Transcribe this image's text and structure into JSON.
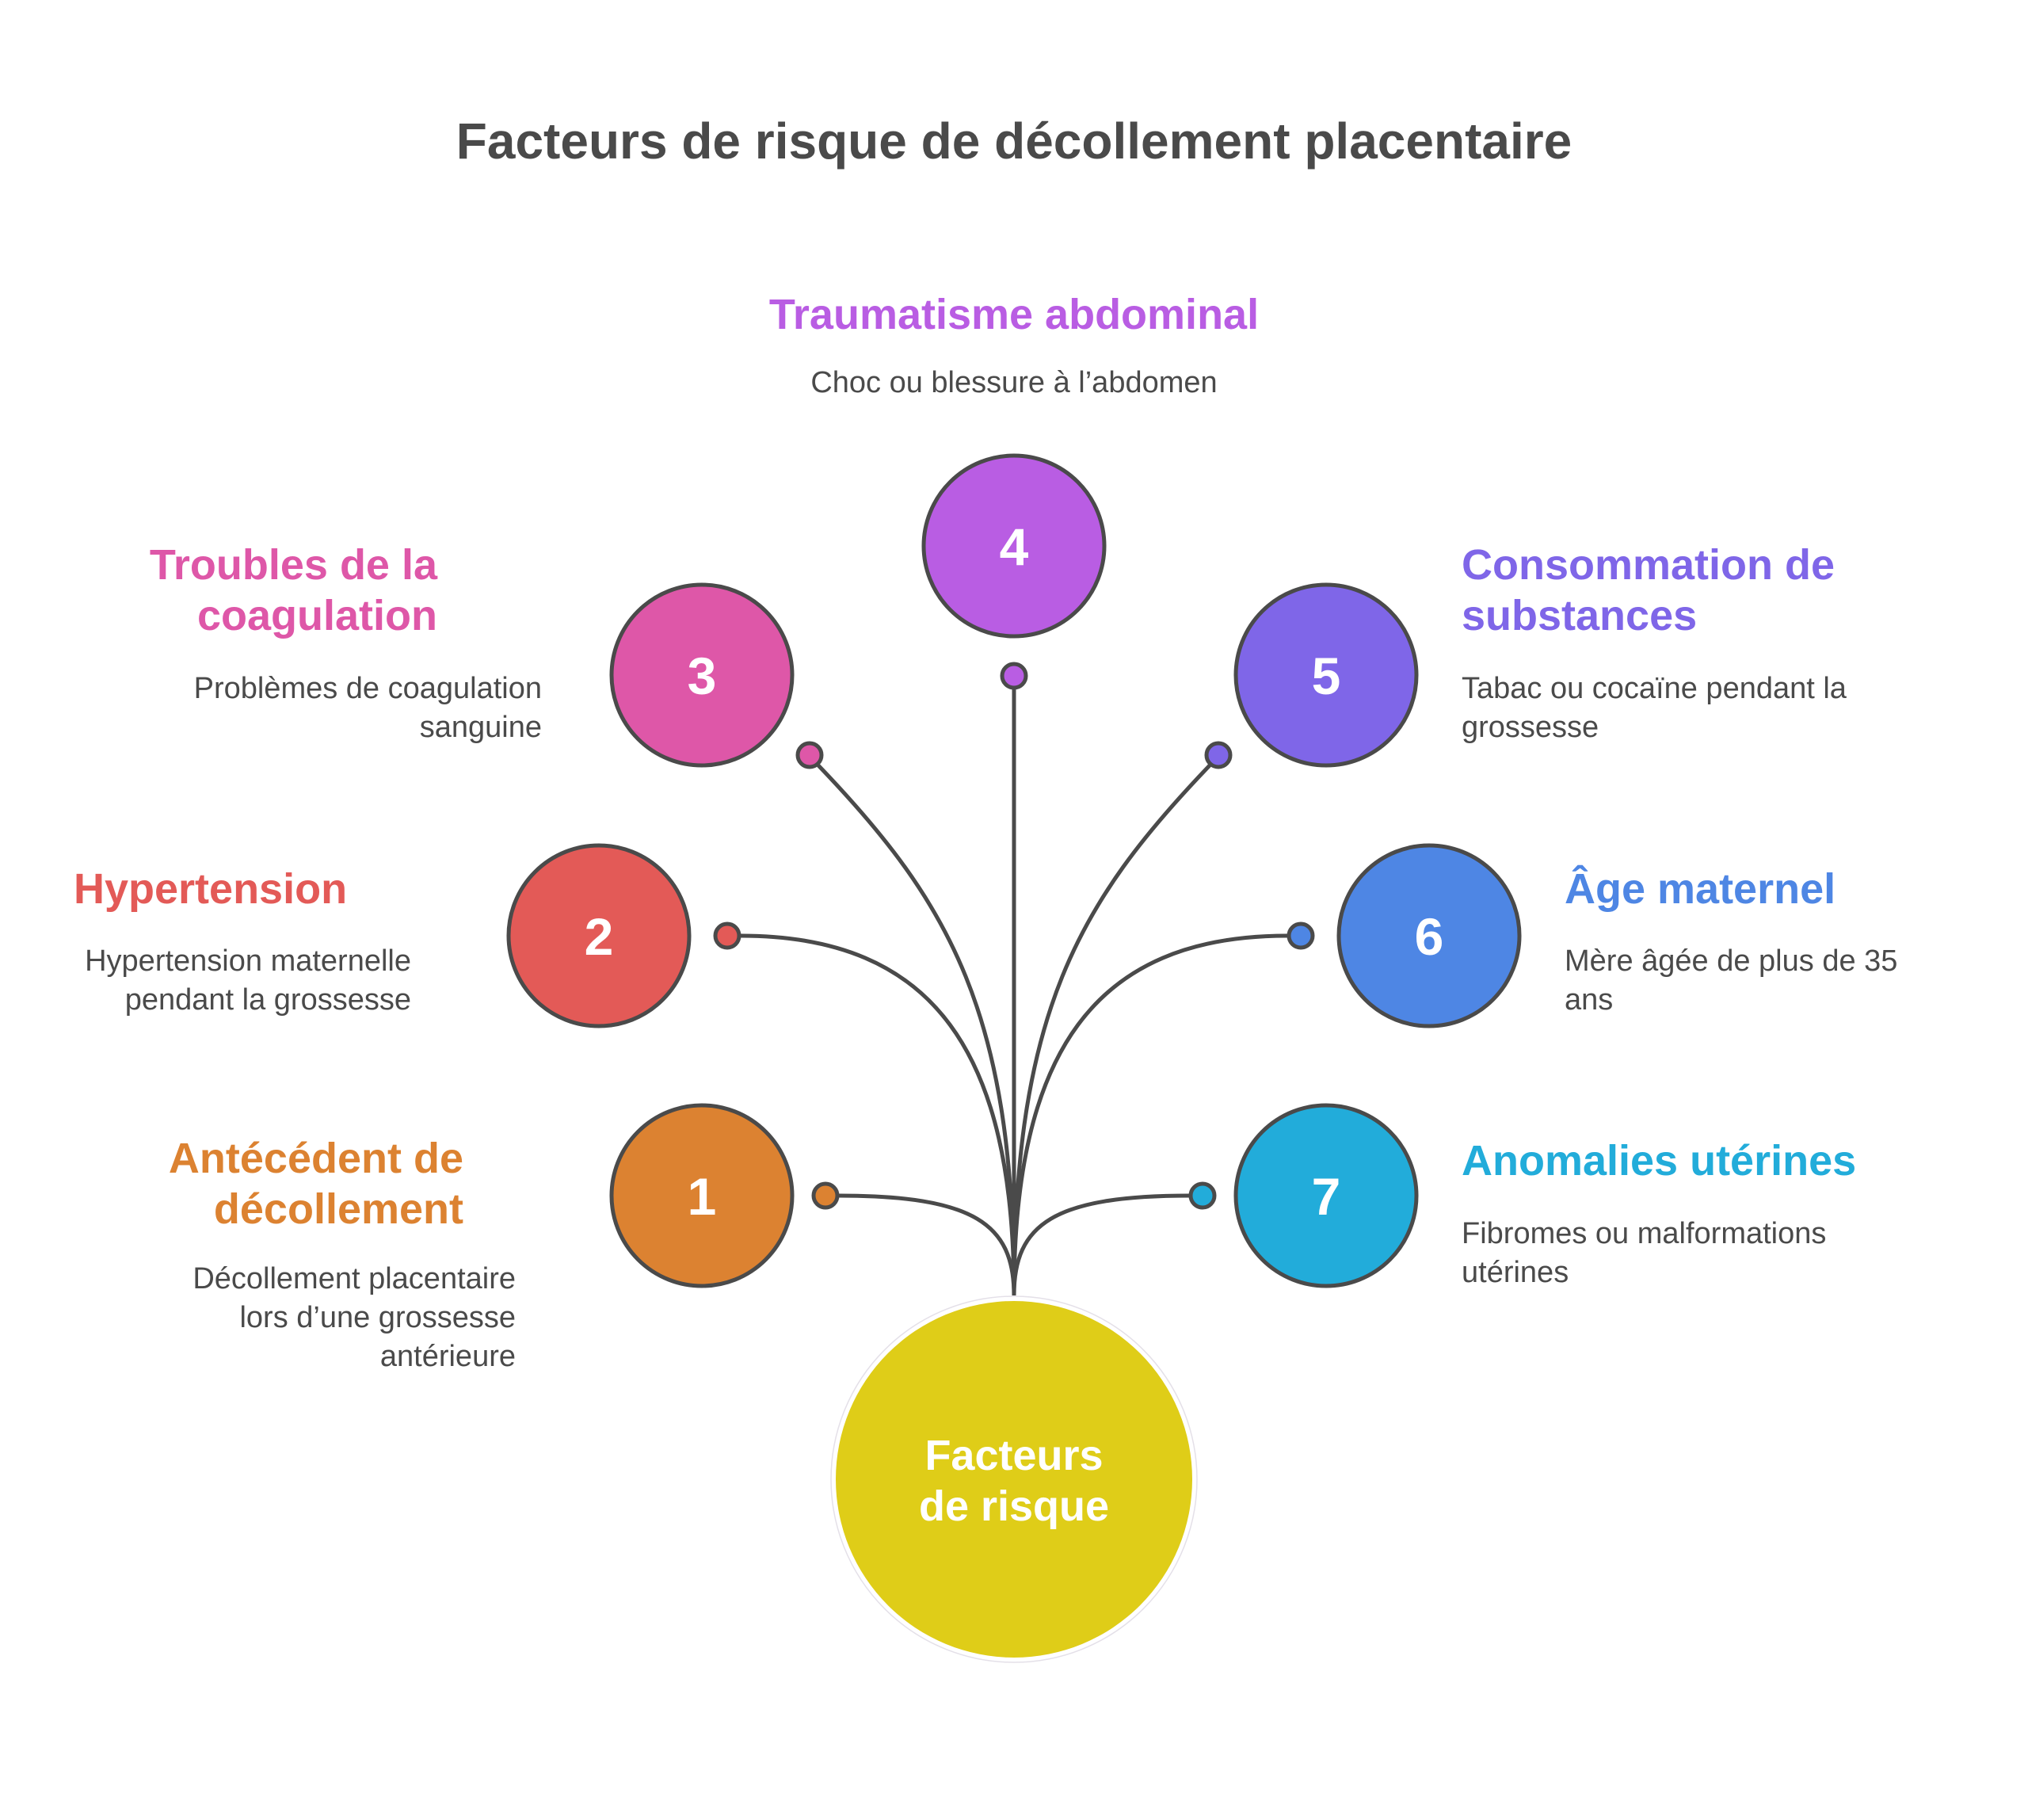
{
  "title": "Facteurs de risque de décollement placentaire",
  "hub": {
    "label": "Facteurs de risque",
    "color": "#DFCD18"
  },
  "stroke_color": "#4A4A4A",
  "text_color": "#4A4A4A",
  "factors": [
    {
      "number": "1",
      "title": "Antécédent de décollement",
      "description": "Décollement placentaire lors d’une grossesse antérieure",
      "color": "#DC8231",
      "side": "left"
    },
    {
      "number": "2",
      "title": "Hypertension",
      "description": "Hypertension maternelle pendant la grossesse",
      "color": "#E35A57",
      "side": "left"
    },
    {
      "number": "3",
      "title": "Troubles de la coagulation",
      "description": "Problèmes de coagulation sanguine",
      "color": "#DE57A8",
      "side": "left"
    },
    {
      "number": "4",
      "title": "Traumatisme abdominal",
      "description": "Choc ou blessure à l’abdomen",
      "color": "#B95DE3",
      "side": "top"
    },
    {
      "number": "5",
      "title": "Consommation de substances",
      "description": "Tabac ou cocaïne pendant la grossesse",
      "color": "#7F66E8",
      "side": "right"
    },
    {
      "number": "6",
      "title": "Âge maternel",
      "description": "Mère âgée de plus de 35 ans",
      "color": "#4E86E4",
      "side": "right"
    },
    {
      "number": "7",
      "title": "Anomalies utérines",
      "description": "Fibromes ou malformations utérines",
      "color": "#22ACDA",
      "side": "right"
    }
  ]
}
